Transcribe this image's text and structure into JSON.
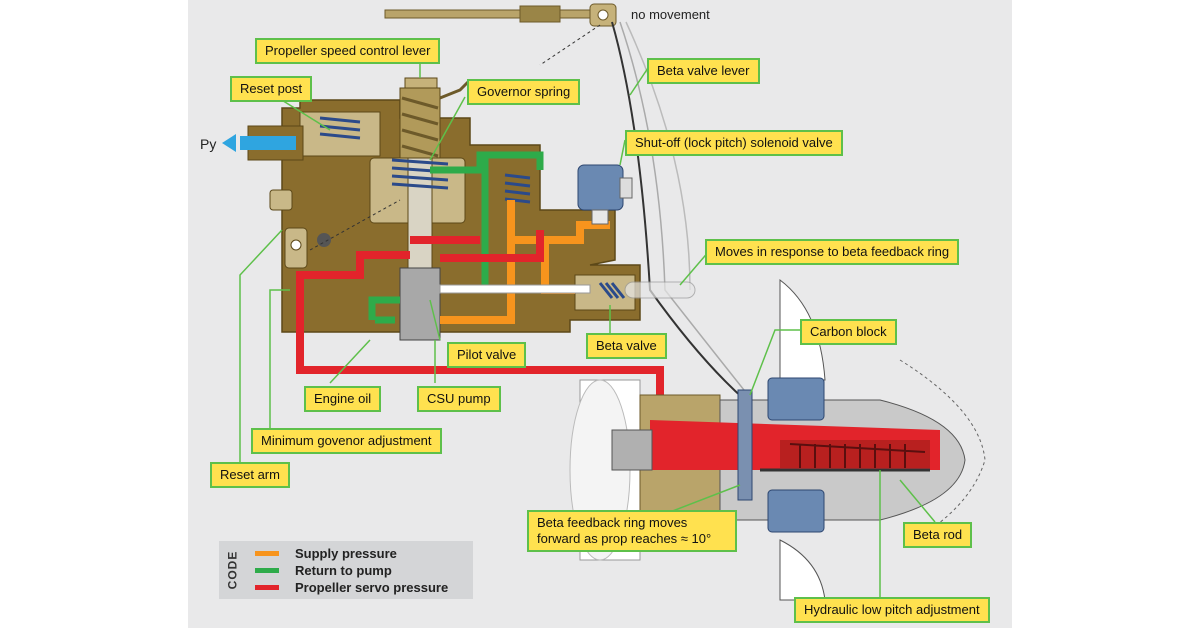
{
  "labels": {
    "no_movement": "no movement",
    "speed_lever": "Propeller speed control lever",
    "reset_post": "Reset post",
    "governor_spring": "Governor spring",
    "beta_valve_lever": "Beta valve lever",
    "py": "Py",
    "solenoid": "Shut-off (lock pitch) solenoid valve",
    "beta_feedback_move": "Moves in response to beta feedback ring",
    "carbon_block": "Carbon block",
    "pilot_valve": "Pilot valve",
    "beta_valve": "Beta valve",
    "engine_oil": "Engine oil",
    "csu_pump": "CSU pump",
    "min_gov": "Minimum govenor adjustment",
    "reset_arm": "Reset arm",
    "beta_ring_line1": "Beta feedback ring moves",
    "beta_ring_line2": "forward as prop reaches ≈ 10°",
    "beta_rod": "Beta rod",
    "hyd_low_pitch": "Hydraulic low pitch adjustment"
  },
  "legend": {
    "title": "CODE",
    "items": [
      {
        "label": "Supply pressure",
        "color": "#f7941d"
      },
      {
        "label": "Return to pump",
        "color": "#2eab4a"
      },
      {
        "label": "Propeller servo pressure",
        "color": "#e2242b"
      }
    ]
  },
  "colors": {
    "housing": "#8a6d2d",
    "supply": "#f7941d",
    "return": "#2eab4a",
    "servo": "#e2242b",
    "label_fill": "#ffe14f",
    "label_border": "#5ec04a",
    "arrow_blue": "#2fa5e0"
  }
}
